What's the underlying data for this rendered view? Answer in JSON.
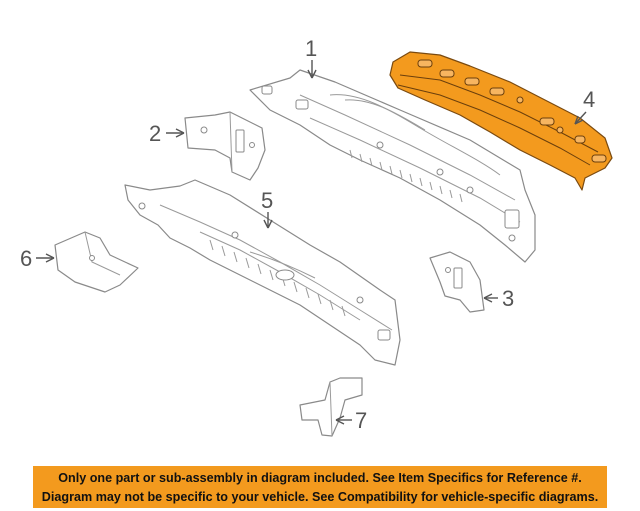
{
  "callouts": {
    "c1": "1",
    "c2": "2",
    "c3": "3",
    "c4": "4",
    "c5": "5",
    "c6": "6",
    "c7": "7"
  },
  "disclaimer": {
    "line1": "Only one part or sub-assembly in diagram included. See Item Specifics for Reference #.",
    "line2": "Diagram may not be specific to your vehicle. See Compatibility for vehicle-specific diagrams."
  },
  "colors": {
    "highlight": "#f39a1e",
    "banner": "#f39a1e"
  }
}
